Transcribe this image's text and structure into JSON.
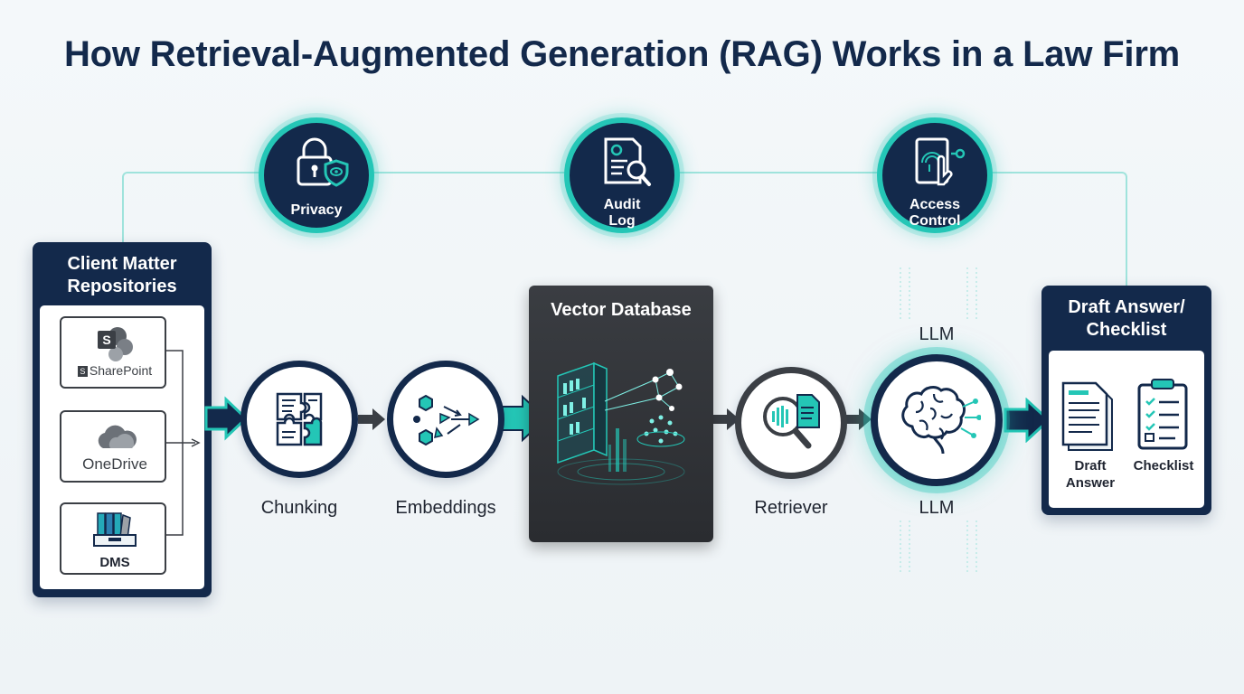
{
  "title": "How Retrieval-Augmented Generation (RAG) Works in a Law Firm",
  "controls": [
    {
      "label_line1": "Privacy",
      "label_line2": "",
      "icon": "lock-shield-icon"
    },
    {
      "label_line1": "Audit",
      "label_line2": "Log",
      "icon": "document-magnifier-icon"
    },
    {
      "label_line1": "Access",
      "label_line2": "Control",
      "icon": "fingerprint-key-icon"
    }
  ],
  "sources": {
    "title_line1": "Client Matter",
    "title_line2": "Repositories",
    "items": [
      {
        "label": "SharePoint",
        "icon": "sharepoint-icon"
      },
      {
        "label": "OneDrive",
        "icon": "onedrive-cloud-icon"
      },
      {
        "label": "DMS",
        "icon": "binders-icon"
      }
    ]
  },
  "steps": {
    "chunking": "Chunking",
    "embeddings": "Embeddings",
    "vector_db": "Vector Database",
    "retriever": "Retriever",
    "llm_top": "LLM",
    "llm_bottom": "LLM"
  },
  "output": {
    "title_line1": "Draft Answer/",
    "title_line2": "Checklist",
    "draft_line1": "Draft",
    "draft_line2": "Answer",
    "checklist": "Checklist"
  },
  "colors": {
    "navy": "#13294b",
    "teal": "#24c6b6",
    "dark": "#3b3f45"
  }
}
